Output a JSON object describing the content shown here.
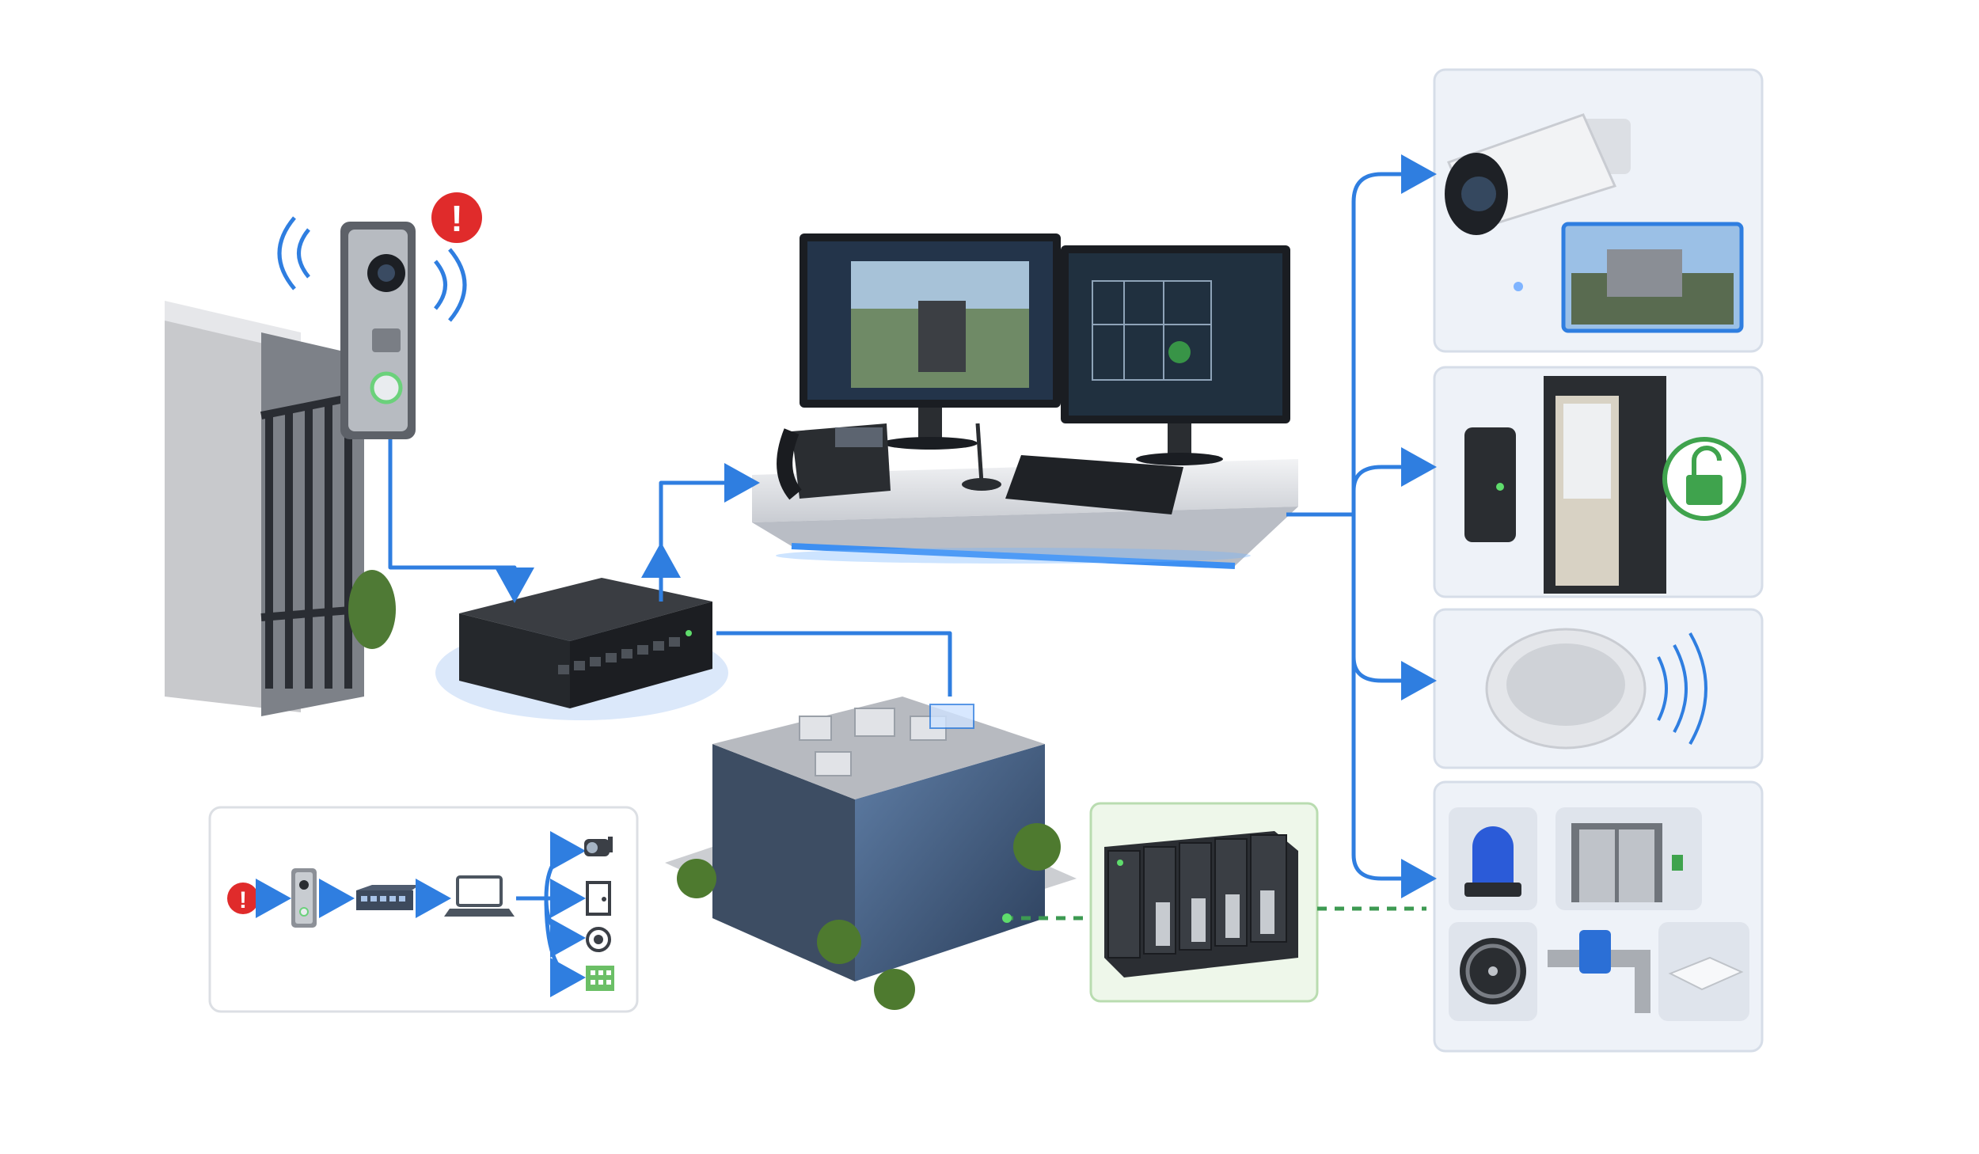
{
  "alert_badge": {
    "glyph": "!"
  },
  "legend_flow": {
    "steps": [
      "alert-icon",
      "doorbell-icon",
      "switch-icon",
      "laptop-icon"
    ],
    "outputs": [
      "camera-icon",
      "door-icon",
      "speaker-icon",
      "building-icon"
    ]
  },
  "outputs": [
    {
      "name": "camera",
      "icon": "camera-icon"
    },
    {
      "name": "access-control",
      "icon": "door-unlock-icon"
    },
    {
      "name": "speaker",
      "icon": "speaker-icon"
    },
    {
      "name": "building-systems",
      "icon": "building-equipment-icon"
    }
  ],
  "colors": {
    "flow": "#2f7ee0",
    "dashed_link": "#3d9a52",
    "alert": "#e02b2b",
    "unlock": "#3fa34d"
  }
}
